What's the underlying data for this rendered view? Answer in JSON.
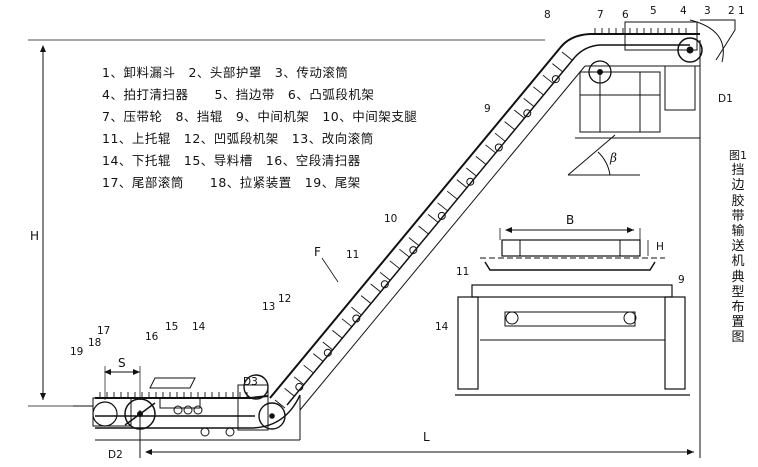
{
  "legend": [
    "1、卸料漏斗　2、头部护罩　3、传动滚筒",
    "4、拍打清扫器　　5、挡边带　6、凸弧段机架",
    "7、压带轮　8、挡辊　9、中间机架　10、中间架支腿",
    "11、上托辊　12、凹弧段机架　13、改向滚筒",
    "14、下托辊　15、导料槽　16、空段清扫器",
    "17、尾部滚筒　　18、拉紧装置　19、尾架"
  ],
  "caption": {
    "number": "图1",
    "title": "挡边胶带输送机典型布置图"
  },
  "dimensions": {
    "H": "H",
    "L": "L",
    "S": "S",
    "F": "F",
    "beta": "β",
    "B": "B",
    "h": "H"
  },
  "drum_labels": {
    "D1": "D1",
    "D2": "D2",
    "D3": "D3"
  },
  "callouts": {
    "n1": "1",
    "n2": "2",
    "n3": "3",
    "n4": "4",
    "n5": "5",
    "n6": "6",
    "n7": "7",
    "n8": "8",
    "n9": "9",
    "n10": "10",
    "n11": "11",
    "n12": "12",
    "n13": "13",
    "n14": "14",
    "n15": "15",
    "n16": "16",
    "n17": "17",
    "n18": "18",
    "n19": "19",
    "sec9": "9",
    "sec11": "11",
    "sec14": "14"
  }
}
